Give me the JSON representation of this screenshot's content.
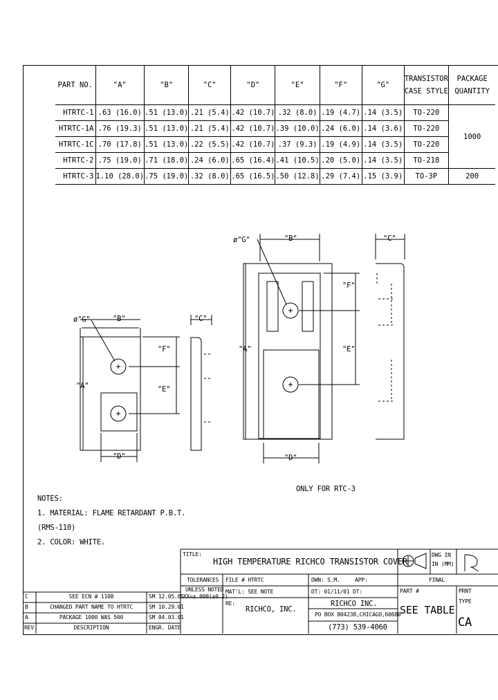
{
  "table": {
    "headers": [
      "PART NO.",
      "\"A\"",
      "\"B\"",
      "\"C\"",
      "\"D\"",
      "\"E\"",
      "\"F\"",
      "\"G\"",
      "TRANSISTOR",
      "CASE STYLE",
      "PACKAGE",
      "QUANTITY"
    ],
    "rows": [
      [
        "HTRTC-1",
        ".63 (16.0)",
        ".51 (13.0)",
        ".21 (5.4)",
        ".42 (10.7)",
        ".32 (8.0)",
        ".19 (4.7)",
        ".14 (3.5)",
        "TO-220"
      ],
      [
        "HTRTC-1A",
        ".76 (19.3)",
        ".51 (13.0)",
        ".21 (5.4)",
        ".42 (10.7)",
        ".39 (10.0)",
        ".24 (6.0)",
        ".14 (3.6)",
        "TO-220"
      ],
      [
        "HTRTC-1C",
        ".70 (17.8)",
        ".51 (13.0)",
        ".22 (5.5)",
        ".42 (10.7)",
        ".37 (9.3)",
        ".19 (4.9)",
        ".14 (3.5)",
        "TO-220"
      ],
      [
        "HTRTC-2",
        ".75 (19.0)",
        ".71 (18.0)",
        ".24 (6.0)",
        ".65 (16.4)",
        ".41 (10.5)",
        ".20 (5.0)",
        ".14 (3.5)",
        "TO-218"
      ],
      [
        "HTRTC-3",
        "1.10 (28.0)",
        ".75 (19.0)",
        ".32 (8.0)",
        ".65 (16.5)",
        ".50 (12.8)",
        ".29 (7.4)",
        ".15 (3.9)",
        "TO-3P"
      ]
    ],
    "qty_group": "1000",
    "qty_last": "200"
  },
  "dims": {
    "g_left": "ø\"G\"",
    "b_left": "\"B\"",
    "c_left": "\"C\"",
    "f_left": "\"F\"",
    "a_left": "\"A\"",
    "e_left": "\"E\"",
    "d_left": "\"D\"",
    "g_right": "ø\"G\"",
    "b_right": "\"B\"",
    "c_right": "\"C\"",
    "f_right": "\"F\"",
    "a_right": "\"A\"",
    "e_right": "\"E\"",
    "d_right": "\"D\"",
    "only_note": "ONLY FOR RTC-3"
  },
  "notes": {
    "title": "NOTES:",
    "line1": "1. MATERIAL: FLAME RETARDANT P.B.T.",
    "line2": "(RMS-110)",
    "line3": "2. COLOR: WHITE."
  },
  "title_block": {
    "title_label": "TITLE:",
    "title": "HIGH TEMPERATURE RICHCO TRANSISTOR COVER",
    "dwg_in": "DWG IN",
    "in_mm": "IN (MM)",
    "tolerances": "TOLERANCES",
    "unless_noted": "UNLESS NOTED",
    "tol_value": "XX=±.008(±0.2)",
    "file": "FILE # HTRTC",
    "matl": "MAT'L: SEE NOTE",
    "re": "RE:",
    "company_left": "RICHCO, INC.",
    "dwn": "DWN: S.M.",
    "app": "APP:",
    "final": "FINAL",
    "dt": "DT: 01/11/01 DT:",
    "company_right": "RICHCO INC.",
    "address": "PO BOX 804238,CHICAGO,60680",
    "phone": "(773) 539-4060",
    "part_label": "PART #",
    "part_value": "SEE TABLE",
    "prnt_type": "PRNT",
    "type": "TYPE",
    "type_value": "CA"
  },
  "revisions": [
    {
      "rev": "C",
      "desc": "SEE ECN # 1108",
      "engr": "SM 12.05.05"
    },
    {
      "rev": "B",
      "desc": "CHANGED PART NAME TO HTRTC",
      "engr": "SM 10.29.01"
    },
    {
      "rev": "A",
      "desc": "PACKAGE 1000 WAS 500",
      "engr": "SM 04.03.01"
    }
  ],
  "rev_headers": {
    "rev": "REV",
    "desc": "DESCRIPTION",
    "engr": "ENGR. DATE"
  }
}
